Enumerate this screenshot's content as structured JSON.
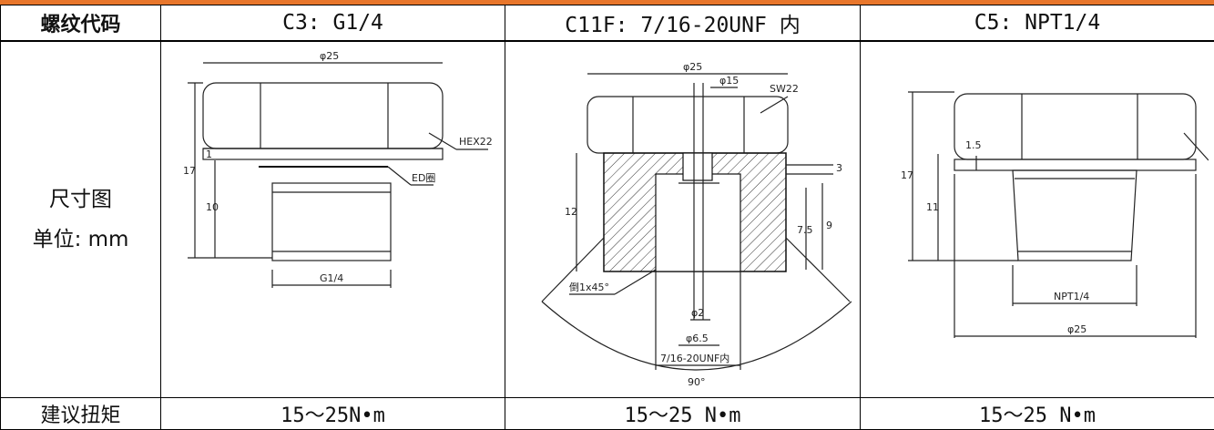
{
  "header": {
    "thread_code_label": "螺纹代码",
    "col1": "C3: G1/4",
    "col2": "C11F: 7/16-20UNF 内",
    "col3": "C5: NPT1/4"
  },
  "row_dims": {
    "label_line1": "尺寸图",
    "label_line2": "单位: mm"
  },
  "drawing_c3": {
    "dia": "φ25",
    "hex": "HEX22",
    "seal": "ED圈",
    "thread": "G1/4",
    "h17": "17",
    "h10": "10",
    "h1": "1"
  },
  "drawing_c11f": {
    "dia": "φ25",
    "d15": "φ15",
    "sw": "SW22",
    "h12": "12",
    "h3": "3",
    "h75": "7.5",
    "h9": "9",
    "chamfer": "倒1x45°",
    "d2": "φ2",
    "d65": "φ6.5",
    "thread": "7/16-20UNF内",
    "angle": "90°"
  },
  "drawing_c5": {
    "h17": "17",
    "h11": "11",
    "h15": "1.5",
    "thread": "NPT1/4",
    "dia": "φ25"
  },
  "row_torque": {
    "label": "建议扭矩",
    "c3": "15～25N•m",
    "c11f": "15～25 N•m",
    "c5": "15～25 N•m"
  }
}
